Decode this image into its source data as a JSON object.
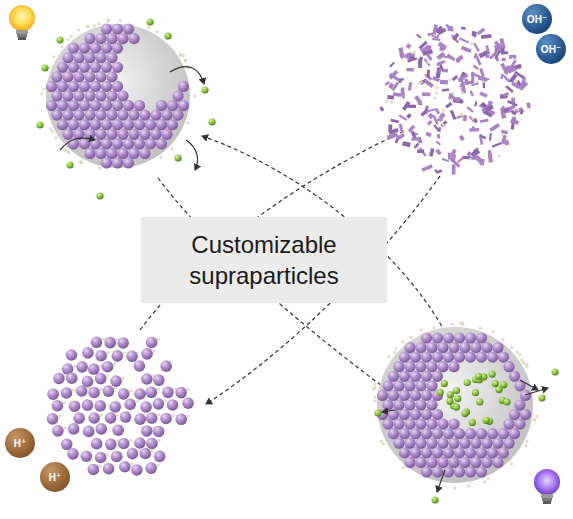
{
  "diagram": {
    "nodes": [
      {
        "text": [
          "OH⁻"
        ]
      },
      {
        "text": [
          "OH⁻"
        ]
      },
      {
        "text": [
          "Customizable supraparticles"
        ]
      },
      {
        "text": [
          "H⁺"
        ]
      },
      {
        "text": [
          "H⁺"
        ]
      }
    ]
  }
}
